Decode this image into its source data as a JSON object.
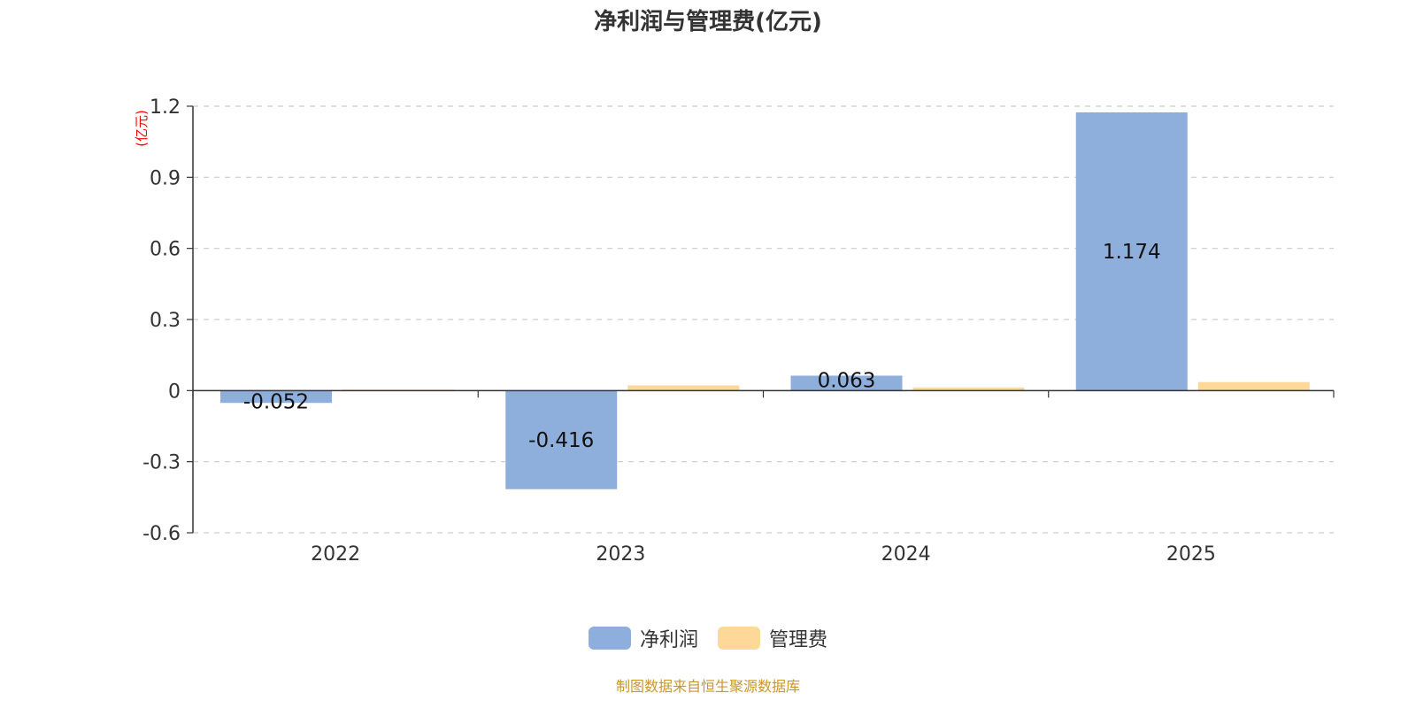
{
  "chart_data": {
    "type": "bar",
    "title": "净利润与管理费(亿元)",
    "y_unit_label": "(亿元)",
    "categories": [
      "2022",
      "2023",
      "2024",
      "2025"
    ],
    "series": [
      {
        "name": "净利润",
        "values": [
          -0.052,
          -0.416,
          0.063,
          1.174
        ],
        "color": "#8eaedb",
        "labels": [
          "-0.052",
          "-0.416",
          "0.063",
          "1.174"
        ]
      },
      {
        "name": "管理费",
        "values": [
          0.004,
          0.022,
          0.013,
          0.036
        ],
        "color": "#fdd898"
      }
    ],
    "ylim": [
      -0.6,
      1.2
    ],
    "yticks": [
      1.2,
      0.9,
      0.6,
      0.3,
      0,
      -0.3,
      -0.6
    ],
    "ytick_labels": [
      "1.2",
      "0.9",
      "0.6",
      "0.3",
      "0",
      "-0.3",
      "-0.6"
    ],
    "grid": true,
    "legend_position": "bottom"
  },
  "source_text": "制图数据来自恒生聚源数据库"
}
